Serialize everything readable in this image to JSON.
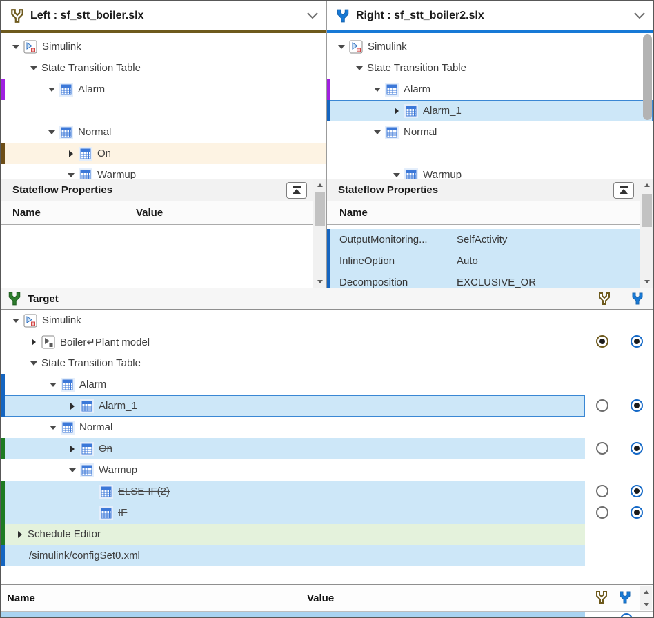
{
  "left_panel": {
    "title": "Left : sf_stt_boiler.slx",
    "tree": [
      {
        "label": "Simulink"
      },
      {
        "label": "State Transition Table"
      },
      {
        "label": "Alarm"
      },
      {
        "label": "Normal"
      },
      {
        "label": "On"
      },
      {
        "label": "Warmup"
      }
    ]
  },
  "right_panel": {
    "title": "Right : sf_stt_boiler2.slx",
    "tree": [
      {
        "label": "Simulink"
      },
      {
        "label": "State Transition Table"
      },
      {
        "label": "Alarm"
      },
      {
        "label": "Alarm_1"
      },
      {
        "label": "Normal"
      },
      {
        "label": "Warmup"
      }
    ]
  },
  "properties": {
    "title": "Stateflow Properties",
    "columns": {
      "name": "Name",
      "value": "Value"
    },
    "right_rows": [
      {
        "name": "OutputMonitoring...",
        "value": "SelfActivity"
      },
      {
        "name": "InlineOption",
        "value": "Auto"
      },
      {
        "name": "Decomposition",
        "value": "EXCLUSIVE_OR"
      }
    ]
  },
  "target": {
    "title": "Target",
    "rows": [
      {
        "label": "Simulink"
      },
      {
        "label": "Boiler↵Plant model"
      },
      {
        "label": "State Transition Table"
      },
      {
        "label": "Alarm"
      },
      {
        "label": "Alarm_1"
      },
      {
        "label": "Normal"
      },
      {
        "label": "On"
      },
      {
        "label": "Warmup"
      },
      {
        "label": "ELSE-IF(2)"
      },
      {
        "label": "IF"
      },
      {
        "label": "Schedule Editor"
      },
      {
        "label": "/simulink/configSet0.xml"
      }
    ]
  },
  "bottom": {
    "columns": {
      "name": "Name",
      "value": "Value"
    }
  },
  "colors": {
    "left_accent": "#6e5a1d",
    "right_accent": "#1779d6",
    "target_green": "#2d7d2d",
    "diff_purple": "#a020e0",
    "diff_green": "#1e7b22",
    "diff_blue": "#1565c0",
    "diff_brown": "#6d4e17",
    "row_blue": "#cde7f8",
    "row_green": "#e4f2dc",
    "row_cream": "#fdf3e3"
  }
}
